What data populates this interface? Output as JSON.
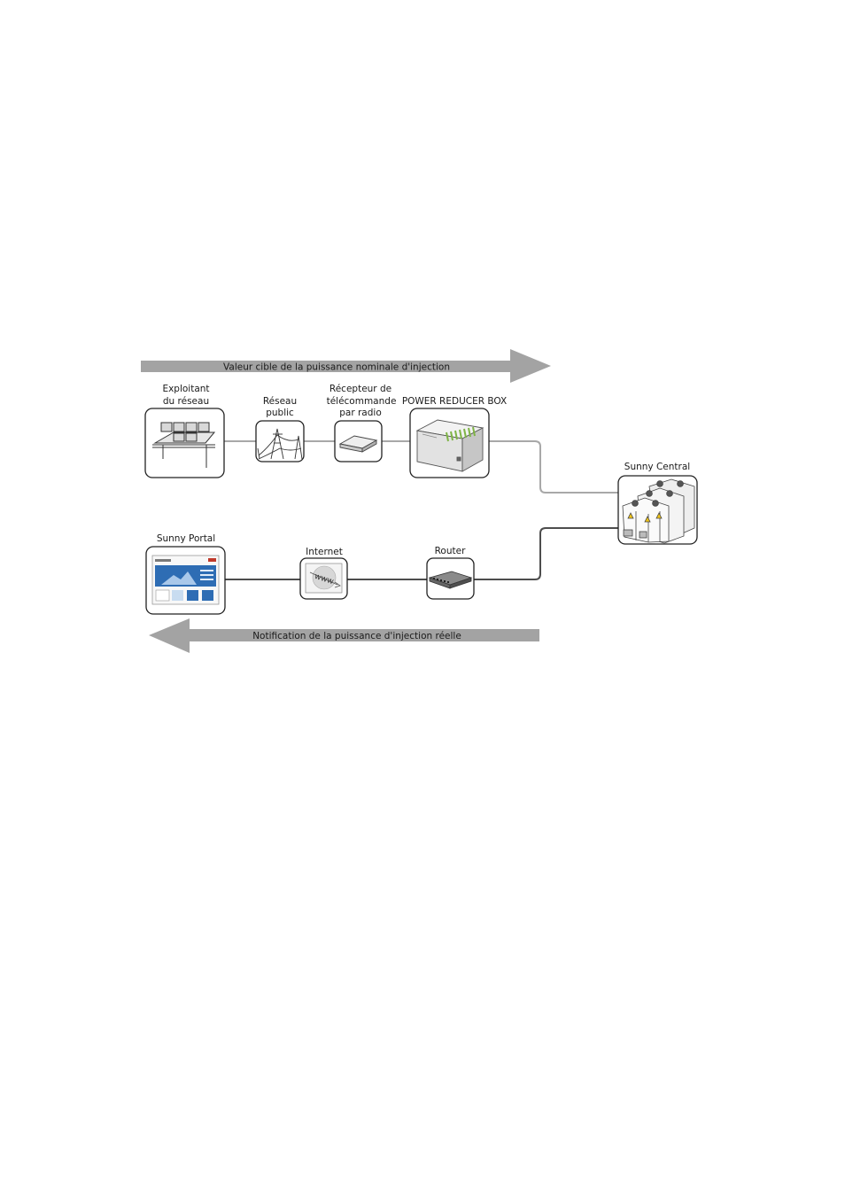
{
  "arrows": {
    "top": "Valeur cible de la puissance nominale d'injection",
    "bottom": "Notification de la puissance d'injection réelle"
  },
  "nodes": {
    "grid_operator": [
      "Exploitant",
      "du réseau"
    ],
    "public_grid": [
      "Réseau",
      "public"
    ],
    "radio_receiver": [
      "Récepteur de",
      "télécommande",
      "par radio"
    ],
    "power_reducer_box": "POWER REDUCER BOX",
    "sunny_central": "Sunny Central",
    "sunny_portal": "Sunny Portal",
    "internet": "Internet",
    "router": "Router"
  },
  "icons": {
    "internet_text": "www"
  },
  "colors": {
    "arrow": "#a3a3a3",
    "top_link": "#a8a8a8",
    "bottom_link": "#4d4d4d",
    "portal_blue": "#2e6db4",
    "led_green": "#7fb446"
  }
}
